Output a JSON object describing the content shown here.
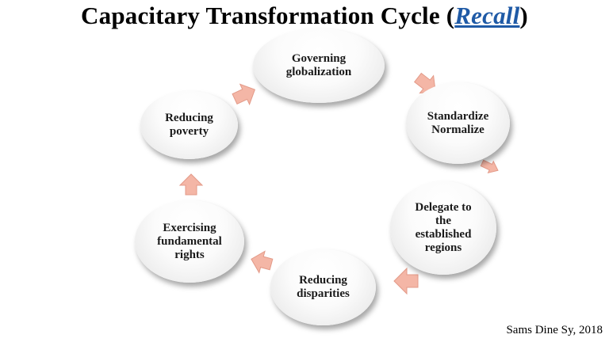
{
  "title": {
    "main": "Capacitary Transformation Cycle (",
    "link": "Recall",
    "end": ")"
  },
  "nodes": [
    {
      "id": "governing-globalization",
      "label": "Governing\nglobalization"
    },
    {
      "id": "standardize-normalize",
      "label": "Standardize\nNormalize"
    },
    {
      "id": "delegate-regions",
      "label": "Delegate to\nthe\nestablished\nregions"
    },
    {
      "id": "reducing-disparities",
      "label": "Reducing\ndisparities"
    },
    {
      "id": "exercising-rights",
      "label": "Exercising\nfundamental\nrights"
    },
    {
      "id": "reducing-poverty",
      "label": "Reducing\npoverty"
    }
  ],
  "source": "Sams Dine Sy, 2018",
  "colors": {
    "arrow_fill": "#f4b6a6",
    "arrow_stroke": "#e39a88",
    "link": "#1f5aa6"
  }
}
